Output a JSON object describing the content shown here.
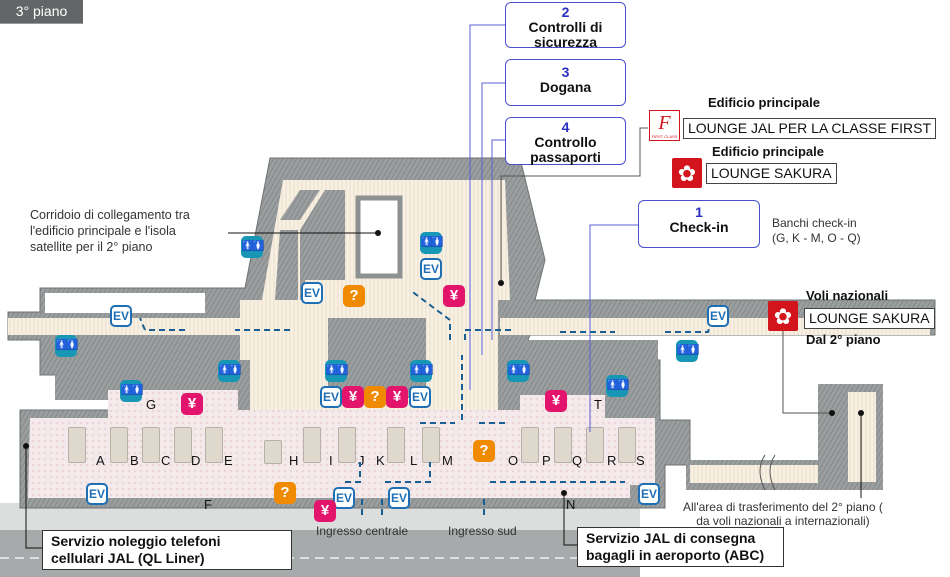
{
  "floor_label": "3° piano",
  "steps": [
    {
      "num": "2",
      "label_line1": "Controlli di",
      "label_line2": "sicurezza"
    },
    {
      "num": "3",
      "label_line1": "Dogana",
      "label_line2": ""
    },
    {
      "num": "4",
      "label_line1": "Controllo",
      "label_line2": "passaporti"
    },
    {
      "num": "1",
      "label_line1": "Check-in",
      "label_line2": ""
    }
  ],
  "checkin_note": {
    "line1": "Banchi check-in",
    "line2": "(G, K - M, O - Q)"
  },
  "lounges": {
    "first": {
      "location": "Edificio principale",
      "name": "LOUNGE JAL PER LA CLASSE FIRST",
      "icon": "first-class-icon"
    },
    "sakura_main": {
      "location": "Edificio principale",
      "name": "LOUNGE SAKURA",
      "icon": "sakura-lounge-icon"
    },
    "sakura_domestic": {
      "location": "Voli nazionali",
      "name": "LOUNGE SAKURA",
      "note": "Dal 2° piano",
      "icon": "sakura-lounge-icon"
    }
  },
  "corridor_note": {
    "line1": "Corridoio di collegamento tra",
    "line2": "l'edificio principale e l'isola",
    "line3": "satellite per il 2° piano"
  },
  "transfer_note": {
    "line1": "All'area di trasferimento del 2°   piano (",
    "line2": "da voli nazionali a internazionali)"
  },
  "callouts": {
    "phone_rental": {
      "line1": "Servizio noleggio telefoni",
      "line2": "cellulari JAL (QL Liner)"
    },
    "baggage": {
      "line1": "Servizio JAL di consegna",
      "line2": "bagagli in aeroporto (ABC)"
    }
  },
  "entrances": {
    "central": "Ingresso centrale",
    "south": "Ingresso sud"
  },
  "counters": [
    "A",
    "B",
    "C",
    "D",
    "E",
    "F",
    "G",
    "H",
    "I",
    "J",
    "K",
    "L",
    "M",
    "N",
    "O",
    "P",
    "Q",
    "R",
    "S",
    "T"
  ],
  "icons": {
    "ev": "EV",
    "yen": "¥",
    "info": "?",
    "restroom": "🚻"
  },
  "colors": {
    "step_border": "#4a4fd0",
    "step_number": "#2a2fc0",
    "ev": "#1f6fb5",
    "restroom": "#1797b5",
    "yen": "#e3146b",
    "info": "#f08a00",
    "wall": "#8e9192",
    "floor_public": "#f6efe4",
    "floor_checkin": "#f3e8ea",
    "road": "#a9acad",
    "lounge_red": "#d3141c"
  }
}
